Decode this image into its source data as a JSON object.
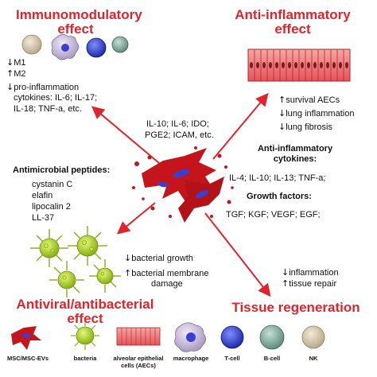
{
  "colors": {
    "accent_red": "#e0242b",
    "cell_red": "#c4151c",
    "nucleus_blue": "#3b3fd1",
    "bacteria_green": "#a6d11f"
  },
  "headings": {
    "immunomodulatory": [
      "Immunomodulatory",
      "effect"
    ],
    "anti_inflammatory": [
      "Anti-inflammatory",
      "effect"
    ],
    "antiviral": [
      "Antiviral/antibacterial",
      "effect"
    ],
    "tissue_regeneration": "Tissue regeneration"
  },
  "immuno_effects": {
    "m1": "M1",
    "m2": "M2",
    "pro_inflammation": "pro-inflammation",
    "cytokines_line1": "cytokines: IL-6; IL-17;",
    "cytokines_line2": "IL-18; TNF-a, etc."
  },
  "center_factors": {
    "line1": "IL-10; IL-6; IDO;",
    "line2": "PGE2; ICAM, etc."
  },
  "antimicrobial": {
    "title": "Antimicrobial peptides:",
    "items": [
      "cystanin C",
      "elafin",
      "lipocalin 2",
      "LL-37"
    ]
  },
  "anti_inflammatory_effects": {
    "line1": "survival AECs",
    "line2": "lung inflammation",
    "line3": "lung fibrosis"
  },
  "anti_inflammatory_cytokines": {
    "title_line1": "Anti-inflammatory",
    "title_line2": "cytokines:",
    "list": "IL-4; IL-10; IL-13; TNF-a;"
  },
  "growth_factors": {
    "title": "Growth factors:",
    "list": "TGF; KGF; VEGF; EGF;"
  },
  "antibacterial_effects": {
    "line1": "bacterial growth",
    "line2": "bacterial membrane",
    "line3": "damage"
  },
  "tissue_effects": {
    "line1": "inflammation",
    "line2": "tissue repair"
  },
  "legend": [
    "MSC/MSC-EVs",
    "bacteria",
    "alveolar epithelial",
    "cells (AECs)",
    "macrophage",
    "T-cell",
    "B-cell",
    "NK"
  ],
  "icons": {
    "up": "up-arrow-icon",
    "down": "down-arrow-icon",
    "msc": "msc-cell-icon",
    "bacteria": "bacteria-icon",
    "aec": "epithelium-icon",
    "macrophage": "macrophage-icon",
    "tcell": "t-cell-icon",
    "bcell": "b-cell-icon",
    "nk": "nk-cell-icon"
  }
}
